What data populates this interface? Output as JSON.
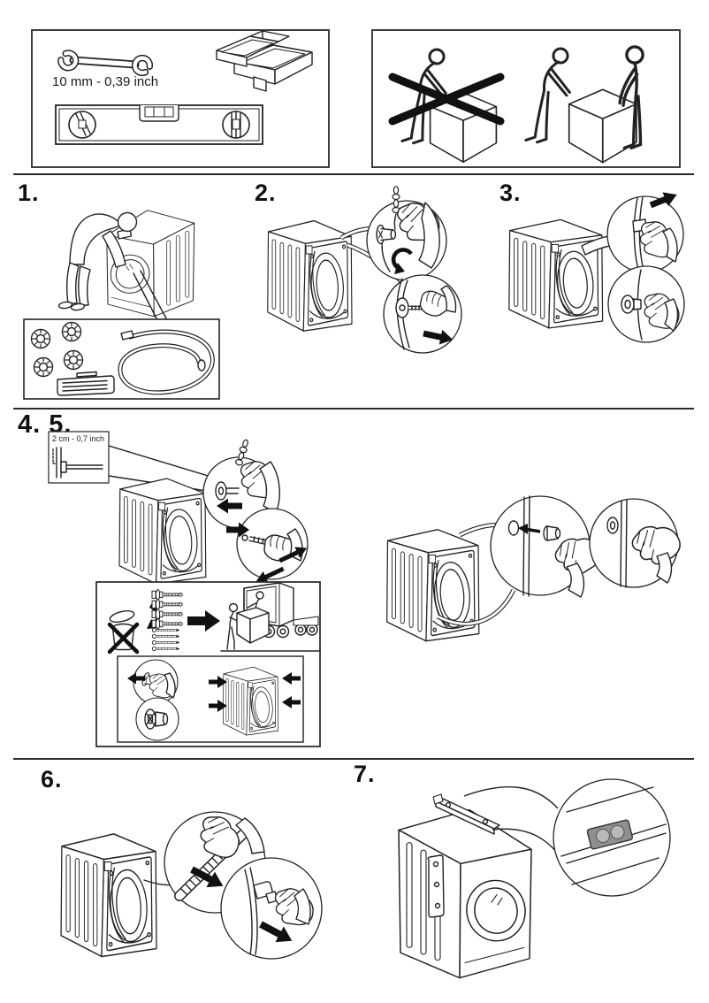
{
  "page": {
    "type": "appliance installation manual sheet"
  },
  "tools_panel": {
    "wrench_spec": "10 mm - 0,39 inch"
  },
  "steps": [
    {
      "label": "1."
    },
    {
      "label": "2."
    },
    {
      "label": "3."
    },
    {
      "label": "4. 5."
    },
    {
      "label": "6."
    },
    {
      "label": "7."
    }
  ],
  "section45": {
    "gap_spec": "2 cm - 0,7 inch"
  },
  "colors": {
    "line": "#222222",
    "black": "#111111",
    "panel_border": "#3d3d3d",
    "plug_gray": "#8f8f8f"
  }
}
